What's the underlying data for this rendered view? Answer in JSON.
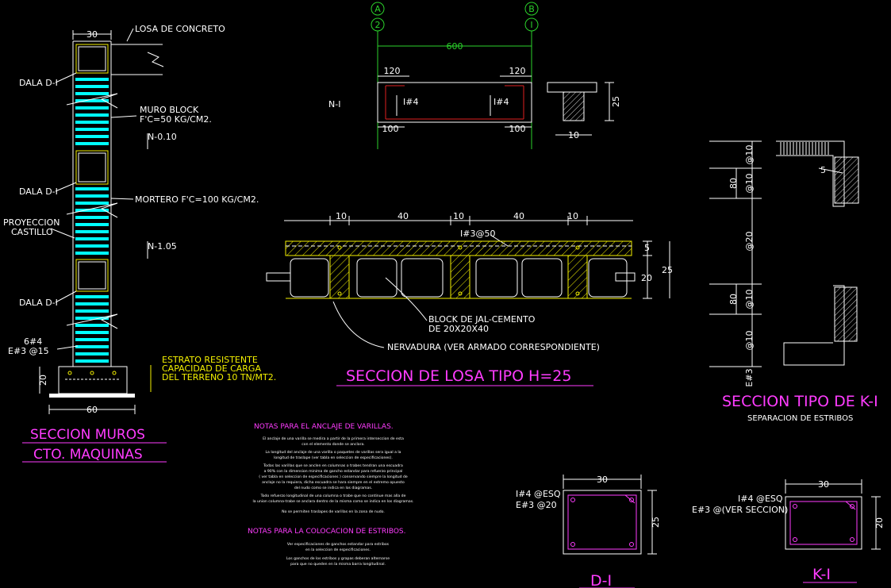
{
  "walls": {
    "title_line1": "SECCION MUROS",
    "title_line2": "CTO. MAQUINAS",
    "dim_top": "30",
    "dim_bottom": "60",
    "dim_footing": "20",
    "losa": "LOSA DE CONCRETO",
    "dala1": "DALA D-I",
    "dala2": "DALA D-I",
    "dala3": "DALA D-I",
    "muro_line1": "MURO BLOCK",
    "muro_line2": "F'C=50 KG/CM2.",
    "level1": "N-0.10",
    "mortero": "MORTERO F'C=100 KG/CM2.",
    "proy_line1": "PROYECCION",
    "proy_line2": "CASTILLO",
    "level2": "N-1.05",
    "rebar1": "6#4",
    "rebar2": "E#3 @15",
    "estrato_line1": "ESTRATO RESISTENTE",
    "estrato_line2": "CAPACIDAD DE CARGA",
    "estrato_line3": "DEL TERRENO 10 TN/MT2."
  },
  "n1": {
    "label": "N-I",
    "axis_a_top": "A",
    "axis_a_bottom": "2",
    "axis_b_top": "B",
    "axis_b_bottom": "I",
    "span": "600",
    "left_top": "120",
    "right_top": "120",
    "left_bar": "I#4",
    "right_bar": "I#4",
    "left_bottom": "100",
    "right_bottom": "100",
    "detail_height": "25",
    "detail_width": "10"
  },
  "slab": {
    "title": "SECCION DE LOSA TIPO H=25",
    "d1": "10",
    "d2": "40",
    "d3": "10",
    "d4": "40",
    "d5": "10",
    "bar": "I#3@50",
    "h1": "5",
    "h2": "20",
    "h_total": "25",
    "block_line1": "BLOCK DE JAL-CEMENTO",
    "block_line2": "DE 20X20X40",
    "nervadura": "NERVADURA (VER ARMADO CORRESPONDIENTE)"
  },
  "k1_section": {
    "title": "SECCION TIPO DE K-I",
    "subtitle": "SEPARACION DE ESTRIBOS",
    "s1": "@10",
    "s2": "@10",
    "s3": "80",
    "s4": "@20",
    "s5": "80",
    "s6": "@10",
    "s7": "@10",
    "s8": "E#3",
    "side": "5"
  },
  "notes": {
    "title1": "NOTAS PARA EL ANCLAJE DE VARILLAS.",
    "n1_l1": "El anclaje de una varilla se medira a partir de la primera interseccion de esta",
    "n1_l2": "con el elemento donde se anclara.",
    "n2_l1": "La longitud del anclaje de una varilla o paquetes de varillas sera igual a la",
    "n2_l2": "longitud de traslape (ver tabla en seleccion de especificaciones).",
    "n3_l1": "Todas las varillas que se anclen en columnas o trabes tendran una escuadra",
    "n3_l2": "a 90% con la dimension minima de gancho estandar para refuerzo principal",
    "n3_l3": "( ver tabla en seleccion de especificaciones ) conservando siempre la longitud de",
    "n3_l4": "anclaje no la requiera, dicha escuadra se hara siempre en el extremo opuesto",
    "n3_l5": "del nudo como se indica en los diagramas.",
    "n4_l1": "Todo refuerzo longitudinal de una columna o trabe que no continue mas alla de",
    "n4_l2": "la union columna-trabe se anclara dentro de la misma como se indica en los diagramas.",
    "n5_l1": "No se permiten traslapes de varillas en la zona de nudo.",
    "title2": "NOTAS PARA LA COLOCACION DE ESTRIBOS.",
    "m1_l1": "Ver especificaciones de ganchos estandar para estribos",
    "m1_l2": "en la seleccion de especificaciones.",
    "m2_l1": "Los ganchos de los estribos y grapas deberan alternarse",
    "m2_l2": "para que no queden en la misma barra longitudinal."
  },
  "d1": {
    "title": "D-I",
    "width": "30",
    "height": "25",
    "bars": "I#4 @ESQ",
    "stirrups": "E#3 @20"
  },
  "k1": {
    "title": "K-I",
    "width": "30",
    "height": "20",
    "bars": "I#4 @ESQ",
    "stirrups": "E#3 @(VER SECCION)"
  }
}
